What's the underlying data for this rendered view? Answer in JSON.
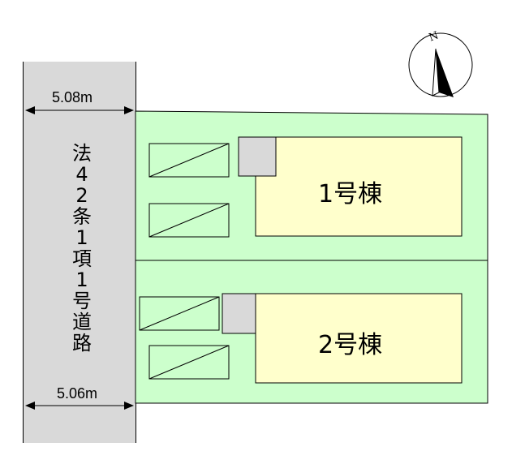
{
  "road": {
    "label_chars": [
      "法",
      "4",
      "2",
      "条",
      "1",
      "項",
      "1",
      "号",
      "道",
      "路"
    ],
    "fill": "#d9d9d9"
  },
  "dimensions": {
    "top": "5.08m",
    "bottom": "5.06m"
  },
  "buildings": [
    {
      "label": "1号棟"
    },
    {
      "label": "2号棟"
    }
  ],
  "compass": {
    "north_label": "N"
  },
  "colors": {
    "lot": "#ccffcc",
    "building": "#ffffcc",
    "entrance": "#d9d9d9",
    "outline": "#000000"
  }
}
